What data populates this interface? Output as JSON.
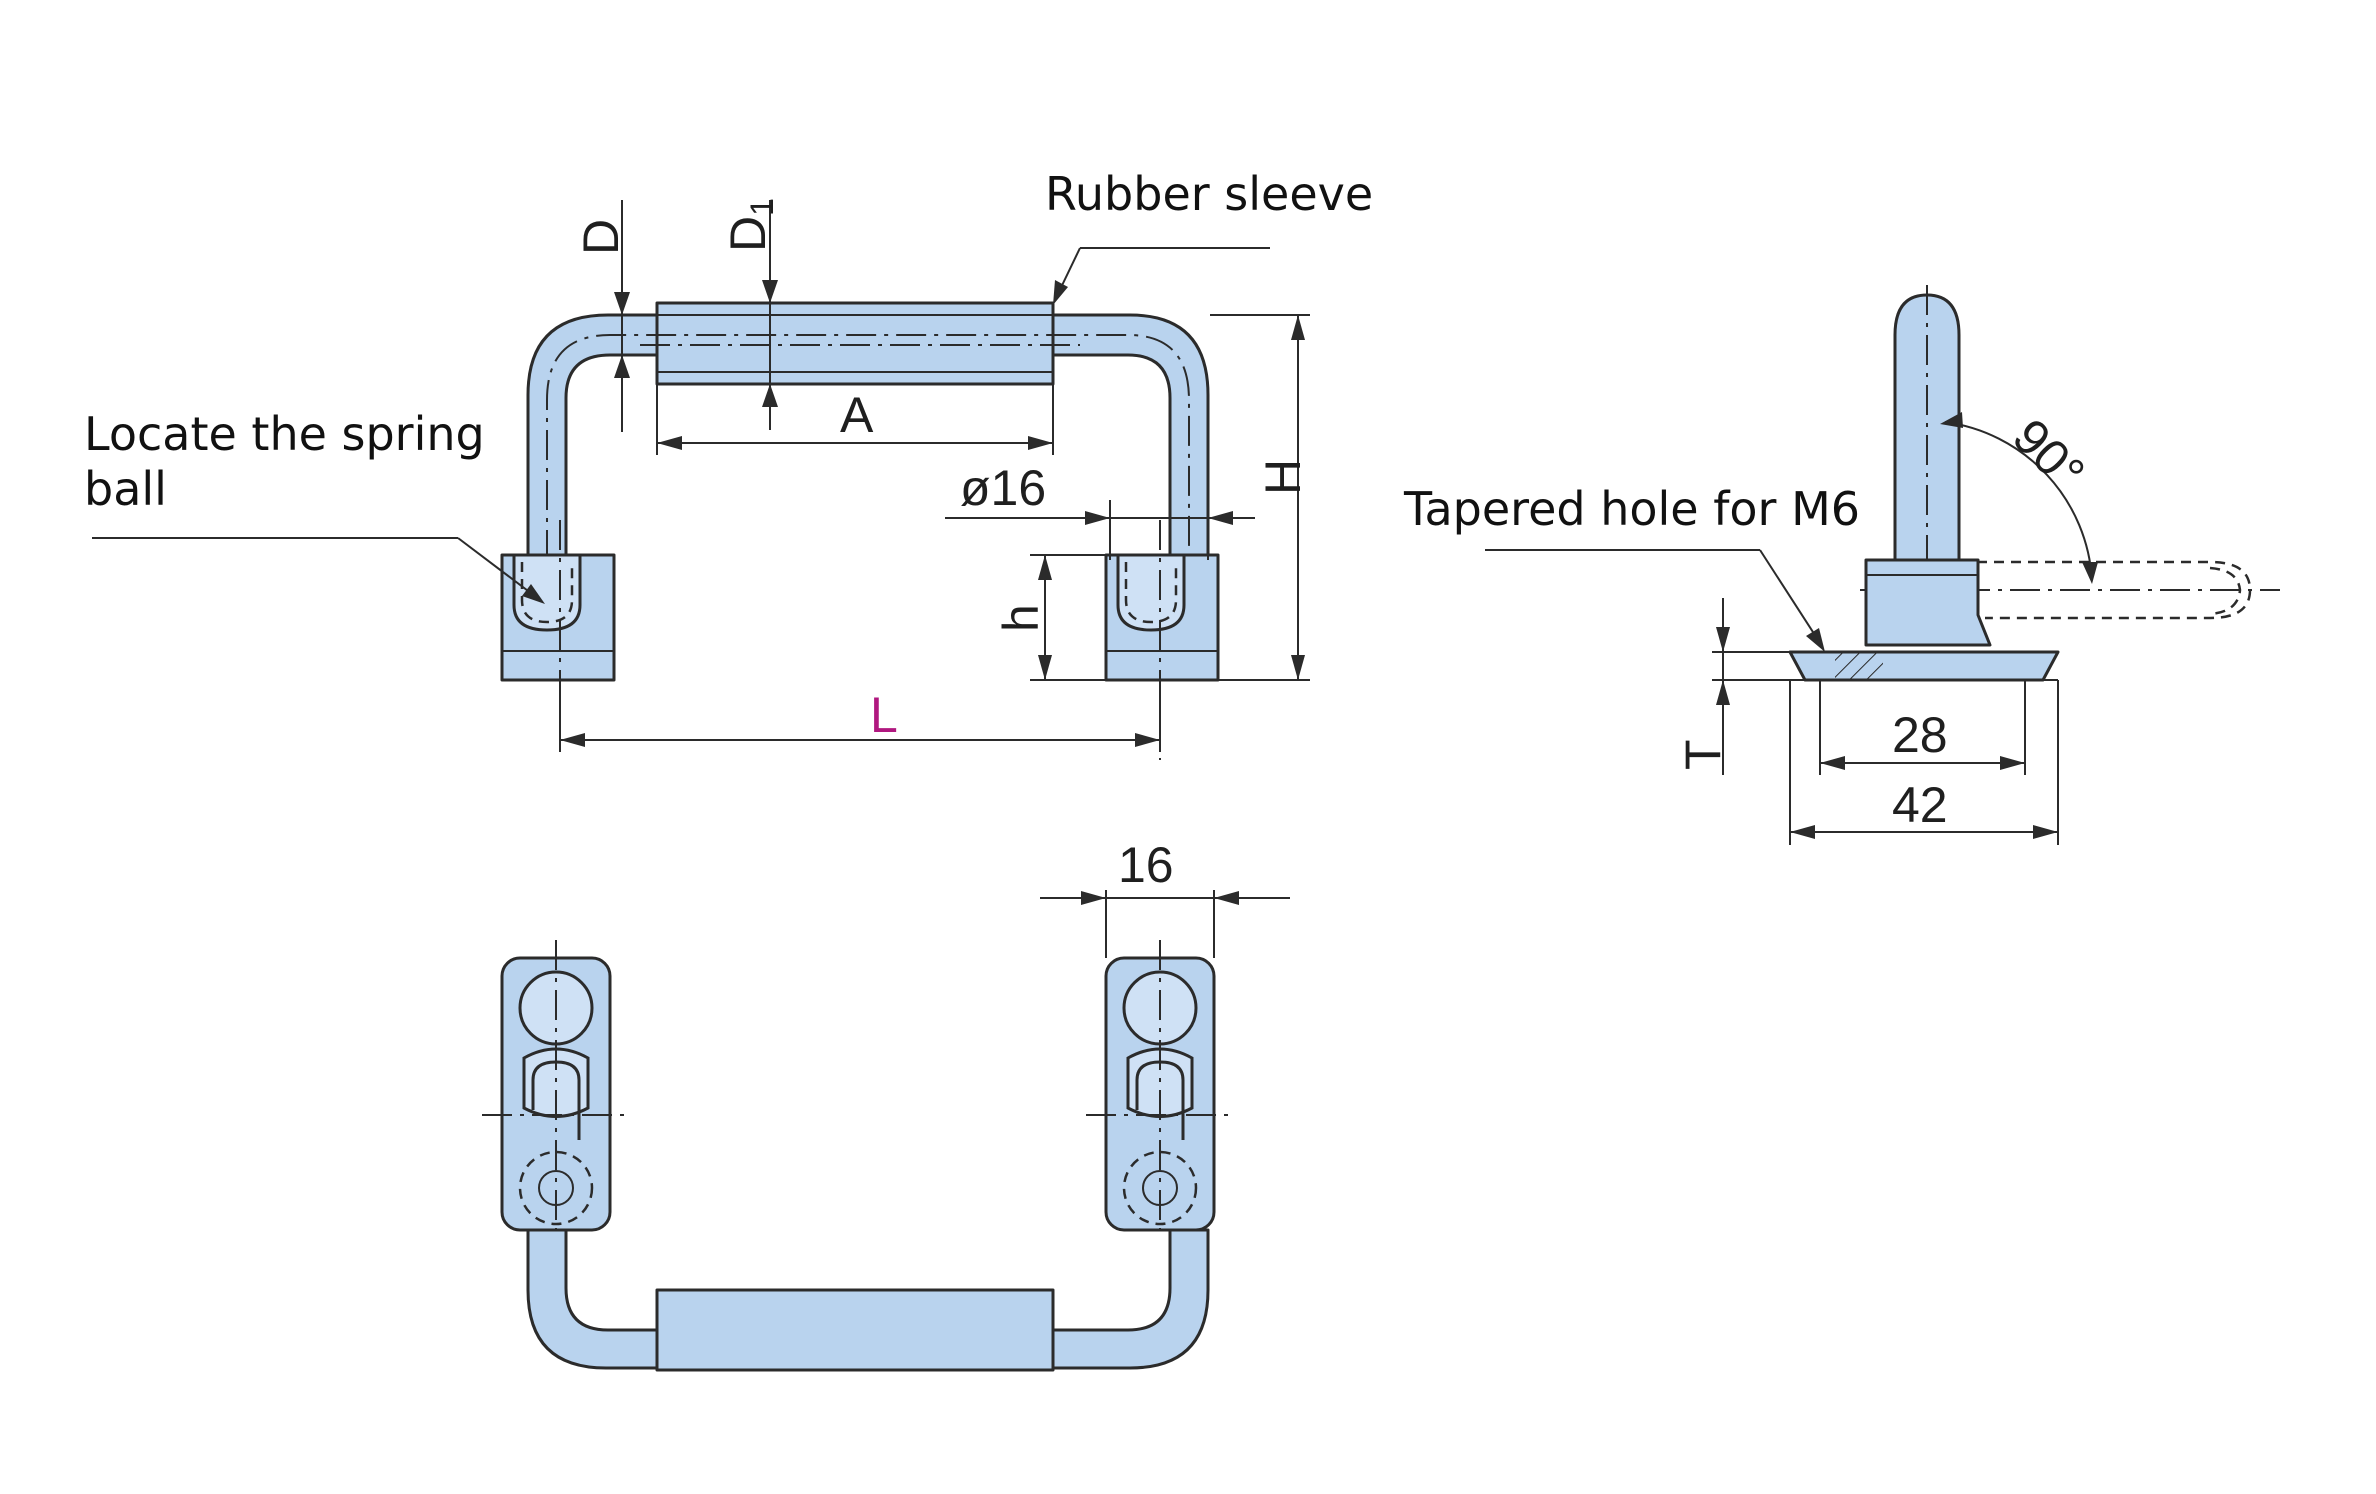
{
  "labels": {
    "rubber_sleeve": "Rubber sleeve",
    "locate_spring_ball_line1": "Locate the spring",
    "locate_spring_ball_line2": "ball",
    "tapered_hole": "Tapered hole for M6"
  },
  "dimensions": {
    "D": "D",
    "D1_base": "D",
    "D1_sub": "1",
    "A": "A",
    "dia16": "ø16",
    "H": "H",
    "h": "h",
    "L": "L",
    "angle": "90°",
    "T": "T",
    "w28": "28",
    "w42": "42",
    "w16": "16"
  },
  "colors": {
    "part_fill": "#b9d3ee",
    "outline": "#2b2b2b",
    "L_label": "#b0177f"
  }
}
